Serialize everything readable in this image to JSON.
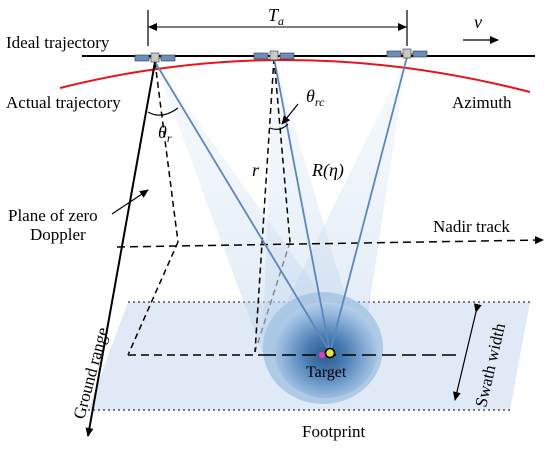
{
  "labels": {
    "ideal_trajectory": "Ideal trajectory",
    "actual_trajectory": "Actual trajectory",
    "azimuth": "Azimuth",
    "plane_line1": "Plane of zero",
    "plane_line2": "Doppler",
    "nadir_track": "Nadir track",
    "ground_range": "Ground range",
    "swath_width": "Swath width",
    "footprint": "Footprint",
    "target": "Target"
  },
  "symbols": {
    "Ta_main": "T",
    "Ta_sub": "a",
    "v": "v",
    "theta_r_main": "θ",
    "theta_r_sub": "r",
    "theta_rc_main": "θ",
    "theta_rc_sub": "rc",
    "r": "r",
    "R_eta": "R(η)"
  },
  "colors": {
    "ideal_line": "#000000",
    "actual_curve": "#e8141c",
    "beam_line": "#5b86c0",
    "beam_fill": "#c8dcef",
    "footprint_dark": "#2c5a8a",
    "footprint_light": "#a6c4e3",
    "swath_fill": "#dde8f5",
    "target_marker": "#e040b0"
  },
  "icons": [
    "satellite-icon",
    "satellite-icon",
    "satellite-icon"
  ]
}
